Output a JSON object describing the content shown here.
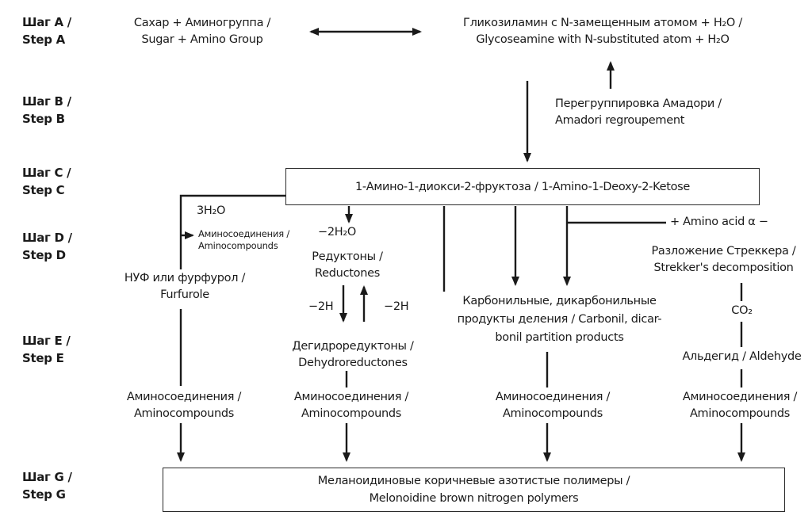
{
  "colors": {
    "line": "#1a1a1a",
    "text": "#1a1a1a",
    "background": "#ffffff"
  },
  "steps": [
    {
      "ru": "Шаг A /",
      "en": "Step A"
    },
    {
      "ru": "Шаг B /",
      "en": "Step B"
    },
    {
      "ru": "Шаг C /",
      "en": "Step C"
    },
    {
      "ru": "Шаг D /",
      "en": "Step D"
    },
    {
      "ru": "Шаг E /",
      "en": "Step E"
    },
    {
      "ru": "Шаг G /",
      "en": "Step G"
    }
  ],
  "nodes": {
    "sugar_amino": {
      "line1": "Сахар + Аминогруппа /",
      "line2": "Sugar + Amino Group"
    },
    "glycoseamine": {
      "line1": "Гликозиламин с N-замещенным атомом + H₂O /",
      "line2": "Glycoseamine with N-substituted atom + H₂O"
    },
    "amadori": {
      "line1": "Перегруппировка Амадори /",
      "line2": "Amadori regroupement"
    },
    "ketose_box": {
      "label": "1-Амино-1-диокси-2-фруктоза / 1-Amino-1-Deoxy-2-Ketose"
    },
    "aminocompounds": {
      "ru": "Аминосоединения /",
      "en": "Aminocompounds"
    },
    "furfurole": {
      "line1": "НУФ или фурфурол /",
      "line2": "Furfurole"
    },
    "reductones": {
      "line1": "Редуктоны /",
      "line2": "Reductones"
    },
    "dehydroreductones": {
      "line1": "Дегидроредуктоны /",
      "line2": "Dehydroreductones"
    },
    "carbonyl": {
      "line1": "Карбонильные, дикарбонильные",
      "line2": "продукты деления / Carbonil, dicar-",
      "line3": "bonil partition products"
    },
    "strecker": {
      "line1": "Разложение Стреккера /",
      "line2": "Strekker's decomposition"
    },
    "co2": {
      "label": "CO₂"
    },
    "aldehyde": {
      "label": "Альдегид / Aldehyde"
    },
    "melanoidin_box": {
      "line1": "Меланоидиновые коричневые азотистые полимеры /",
      "line2": "Melonoidine brown nitrogen polymers"
    }
  },
  "labels": {
    "three_h2o": "3H₂O",
    "minus_two_h2o": "−2H₂O",
    "minus_two_h_left": "−2H",
    "minus_two_h_right": "−2H",
    "plus_amino_acid": "+ Amino acid α −"
  }
}
